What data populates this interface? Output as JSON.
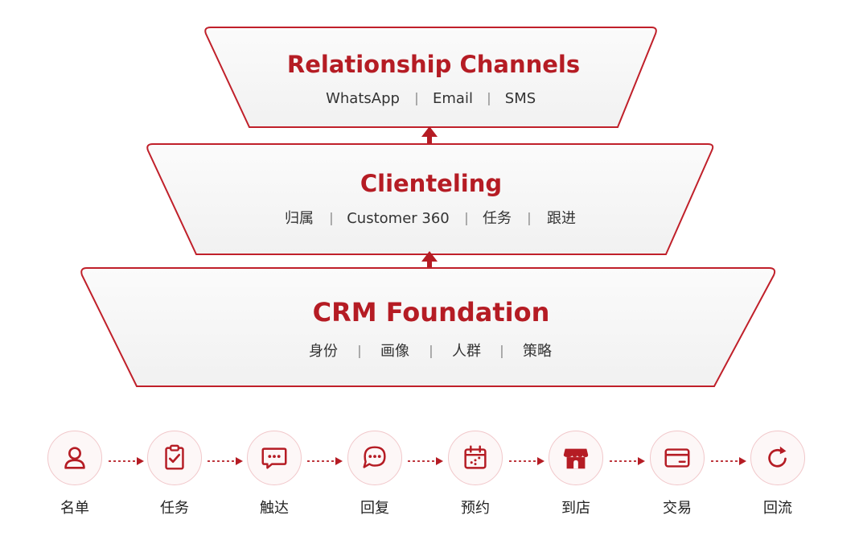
{
  "colors": {
    "accent": "#b51c24",
    "fill": "#f5f5f5",
    "text": "#333333"
  },
  "layers": [
    {
      "title": "Relationship Channels",
      "items": [
        "WhatsApp",
        "Email",
        "SMS"
      ]
    },
    {
      "title": "Clienteling",
      "items": [
        "归属",
        "Customer 360",
        "任务",
        "跟进"
      ]
    },
    {
      "title": "CRM Foundation",
      "items": [
        "身份",
        "画像",
        "人群",
        "策略"
      ]
    }
  ],
  "flow": [
    {
      "label": "名单",
      "icon": "user-icon"
    },
    {
      "label": "任务",
      "icon": "clipboard-check-icon"
    },
    {
      "label": "触达",
      "icon": "chat-bubble-icon"
    },
    {
      "label": "回复",
      "icon": "chat-reply-icon"
    },
    {
      "label": "预约",
      "icon": "calendar-icon"
    },
    {
      "label": "到店",
      "icon": "store-icon"
    },
    {
      "label": "交易",
      "icon": "credit-card-icon"
    },
    {
      "label": "回流",
      "icon": "refresh-icon"
    }
  ]
}
